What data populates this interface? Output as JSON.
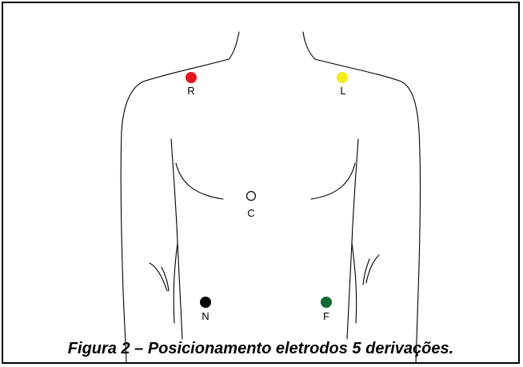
{
  "caption": "Figura 2 – Posicionamento eletrodos 5 derivações.",
  "electrodes": [
    {
      "label": "R",
      "color": "#e8141c",
      "filled": true
    },
    {
      "label": "L",
      "color": "#f2ec14",
      "filled": true
    },
    {
      "label": "C",
      "color": "#ffffff",
      "filled": false
    },
    {
      "label": "N",
      "color": "#000000",
      "filled": true
    },
    {
      "label": "F",
      "color": "#0f6a36",
      "filled": true
    }
  ]
}
